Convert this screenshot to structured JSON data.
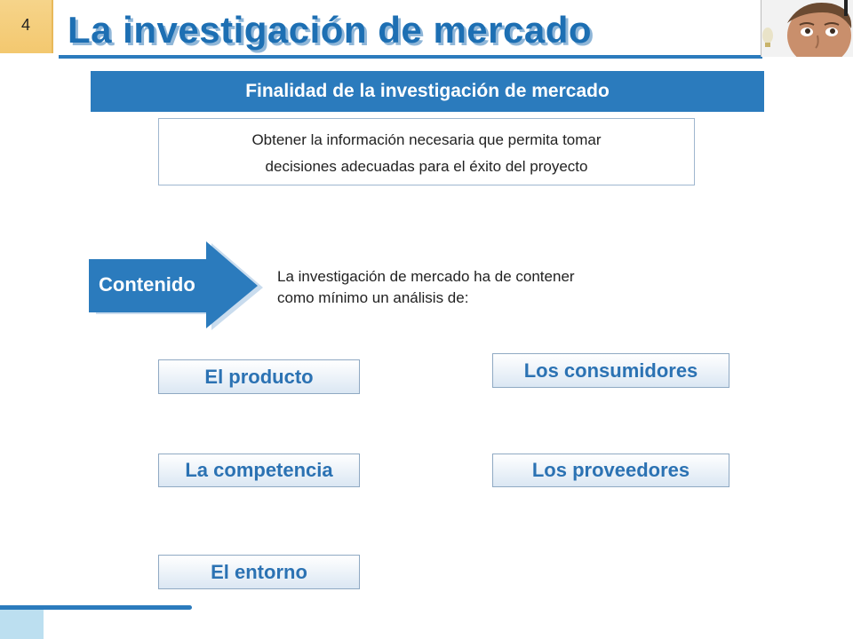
{
  "slide": {
    "number": "4",
    "title": "La investigación de mercado"
  },
  "heading": "Finalidad de la investigación de mercado",
  "description": {
    "line1": "Obtener la información necesaria que permita tomar",
    "line2": "decisiones adecuadas para el éxito del proyecto"
  },
  "contenido": {
    "label": "Contenido",
    "text_line1": "La investigación de mercado ha de contener",
    "text_line2": "como mínimo un análisis de:"
  },
  "topics": {
    "producto": "El producto",
    "consumidores": "Los consumidores",
    "competencia": "La competencia",
    "proveedores": "Los proveedores",
    "entorno": "El entorno"
  },
  "colors": {
    "brand_blue": "#2b7bbd",
    "title_blue": "#1d6fb3",
    "badge_gold": "#f3c86f",
    "topic_text": "#2b72b3"
  }
}
